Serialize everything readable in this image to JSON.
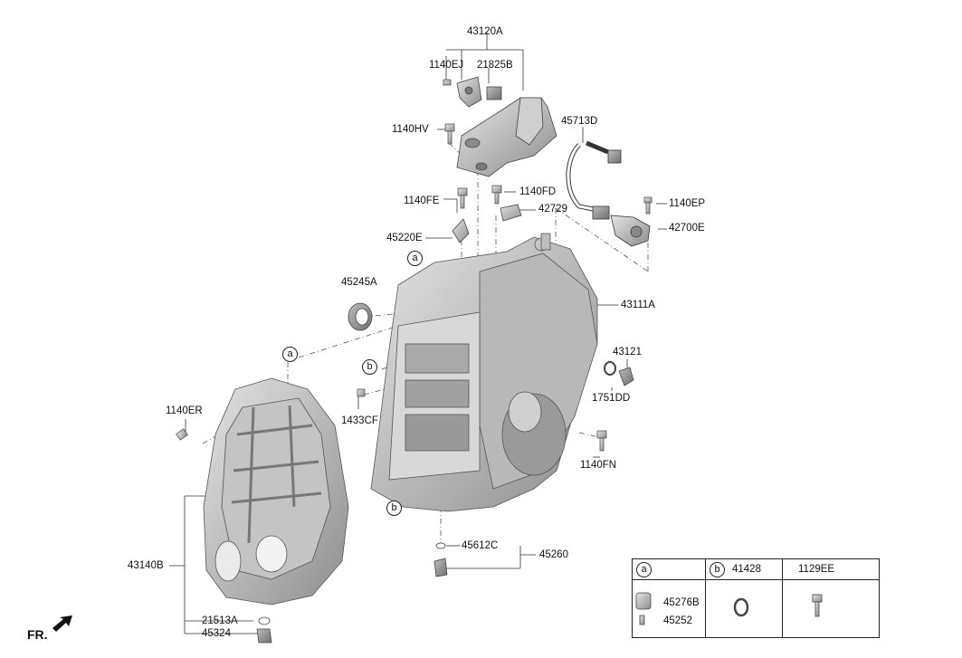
{
  "labels": {
    "p43120A": "43120A",
    "p1140EJ": "1140EJ",
    "p21825B": "21825B",
    "p1140HV": "1140HV",
    "p45713D": "45713D",
    "p1140FD": "1140FD",
    "p1140FE": "1140FE",
    "p42729": "42729",
    "p1140EP": "1140EP",
    "p42700E": "42700E",
    "p45220E": "45220E",
    "p45245A": "45245A",
    "p43111A": "43111A",
    "p43121": "43121",
    "p1751DD": "1751DD",
    "p1433CF": "1433CF",
    "p1140ER": "1140ER",
    "p1140FN": "1140FN",
    "p45612C": "45612C",
    "p45260": "45260",
    "p43140B": "43140B",
    "p21513A": "21513A",
    "p45324": "45324"
  },
  "callouts": {
    "a": "a",
    "b": "b"
  },
  "legend": {
    "col_a": "a",
    "col_b": "b",
    "col_b_part": "41428",
    "col_c_part": "1129EE",
    "row_a_part1": "45276B",
    "row_a_part2": "45252"
  },
  "direction": "FR."
}
